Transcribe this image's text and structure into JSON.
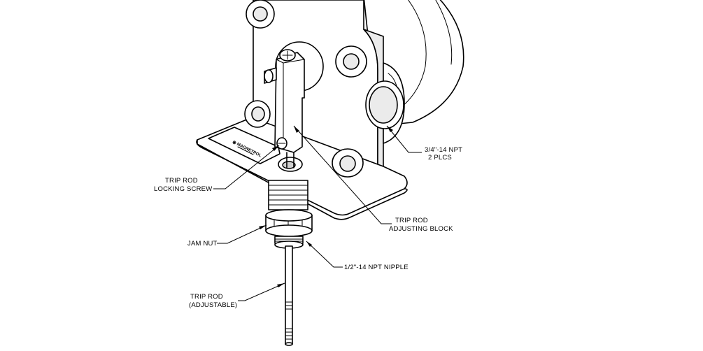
{
  "callouts": {
    "npt_ports": {
      "line1": "3/4\"-14 NPT",
      "line2": "2 PLCS"
    },
    "locking_screw": {
      "line1": "TRIP ROD",
      "line2": "LOCKING SCREW"
    },
    "adjusting_block": {
      "line1": "TRIP ROD",
      "line2": "ADJUSTING BLOCK"
    },
    "jam_nut": {
      "line1": "JAM NUT"
    },
    "nipple": {
      "line1": "1/2\"-14 NPT NIPPLE"
    },
    "trip_rod": {
      "line1": "TRIP ROD",
      "line2": "(ADJUSTABLE)"
    }
  }
}
